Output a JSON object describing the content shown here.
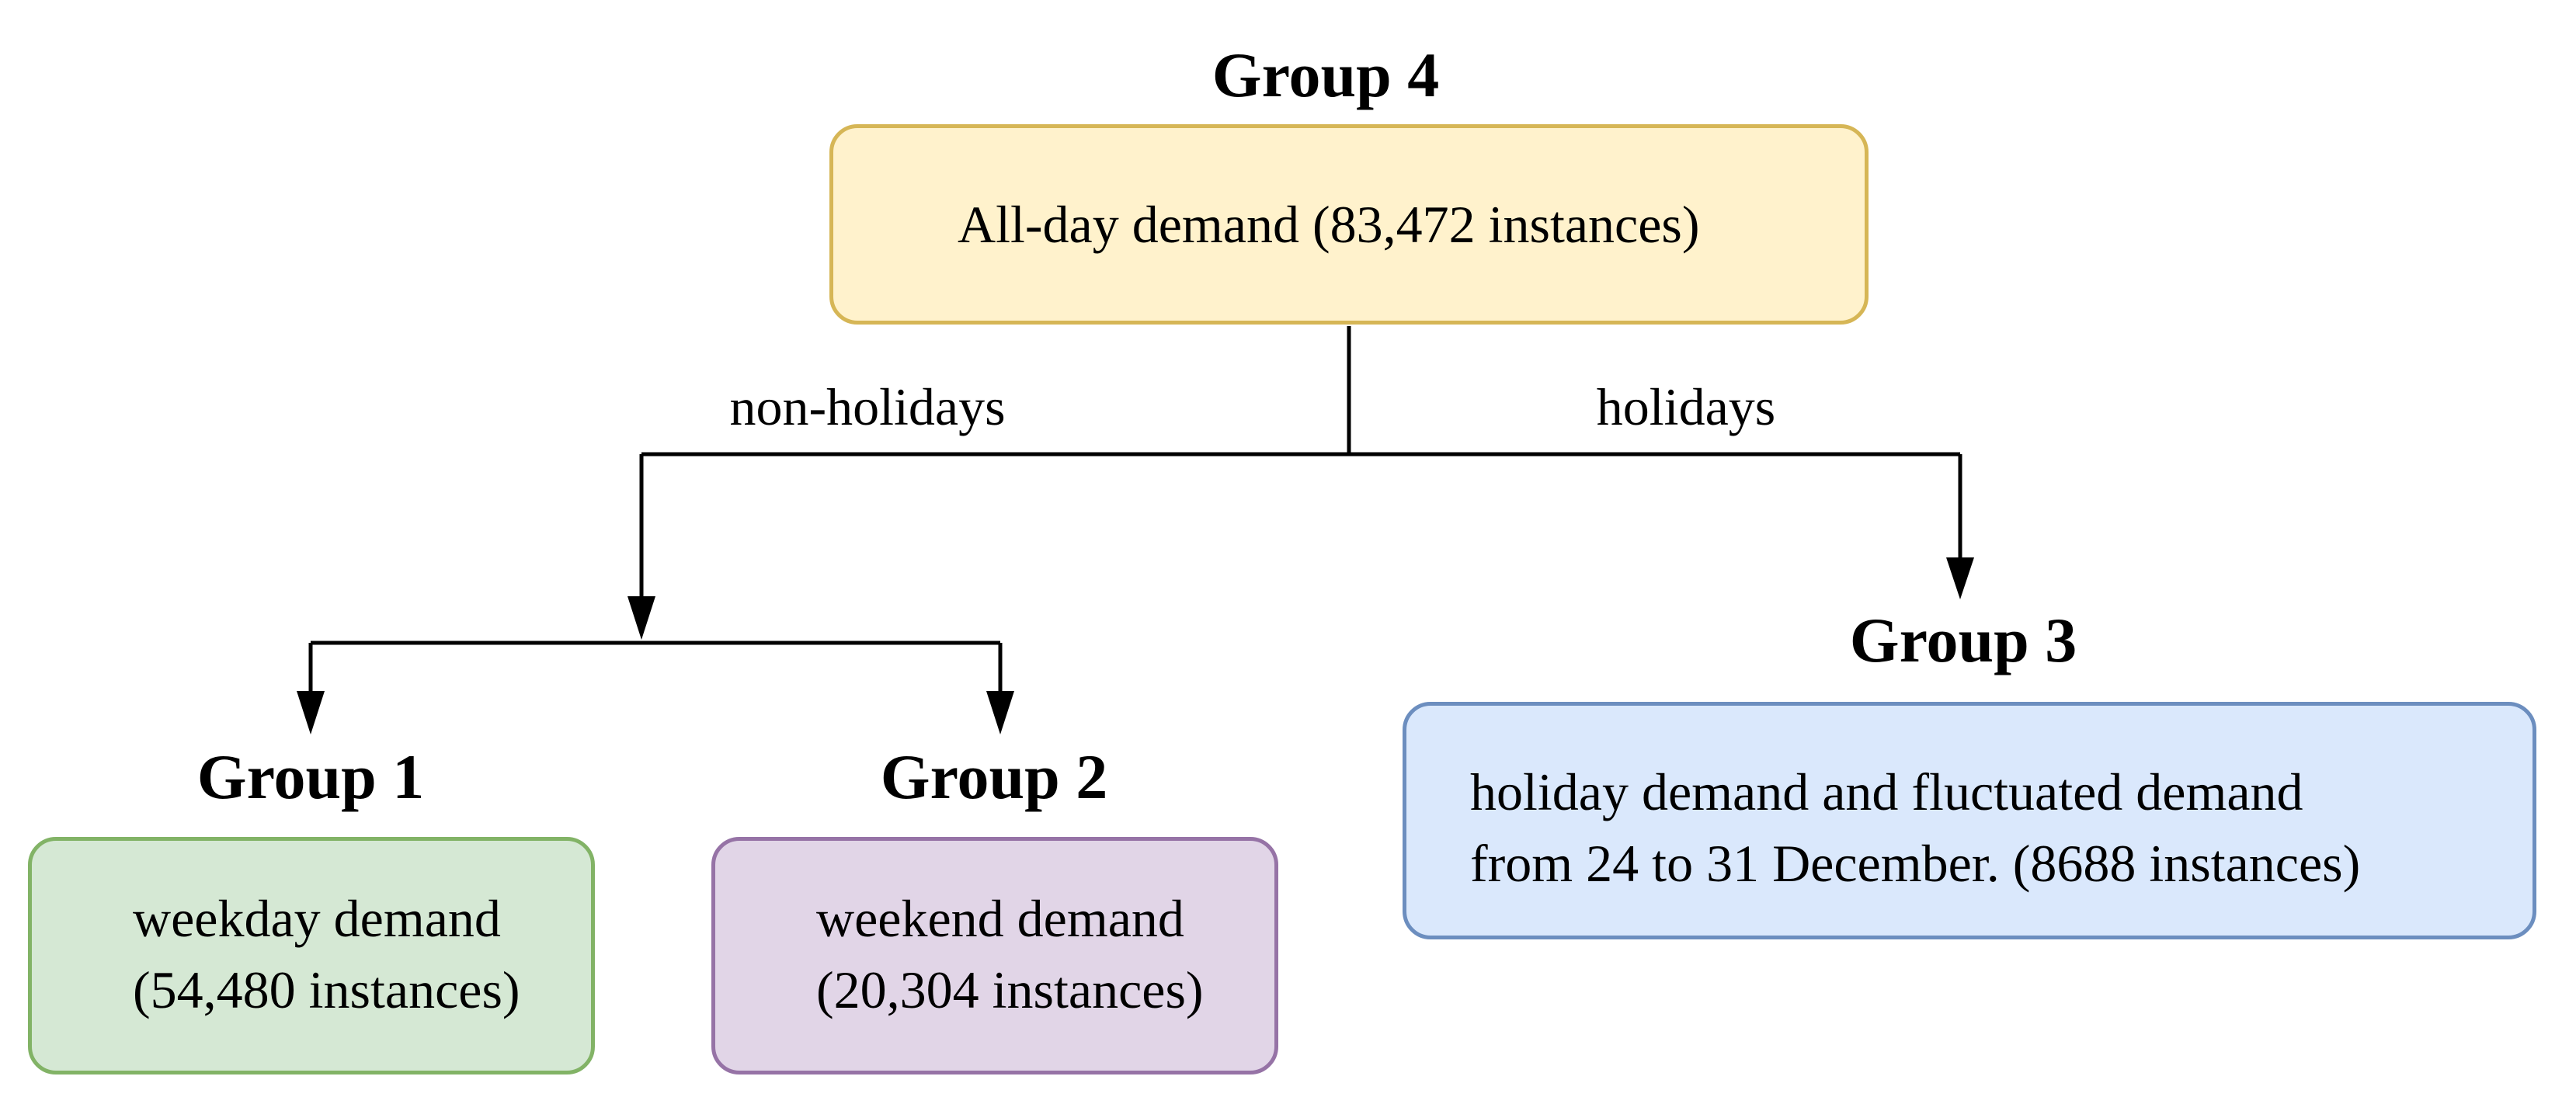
{
  "nodes": {
    "group4": {
      "title": "Group 4",
      "text": "All-day demand (83,472 instances)",
      "fill": "#fff2cc",
      "stroke": "#d6b656"
    },
    "group1": {
      "title": "Group 1",
      "line1": "weekday demand",
      "line2": "(54,480 instances)",
      "fill": "#d5e8d4",
      "stroke": "#82b366"
    },
    "group2": {
      "title": "Group 2",
      "line1": "weekend demand",
      "line2": "(20,304 instances)",
      "fill": "#e1d5e7",
      "stroke": "#9673a6"
    },
    "group3": {
      "title": "Group 3",
      "line1": "holiday demand and fluctuated demand",
      "line2": "from 24 to 31 December. (8688 instances)",
      "fill": "#dae8fc",
      "stroke": "#6c8ebf"
    }
  },
  "edges": {
    "left_label": "non-holidays",
    "right_label": "holidays",
    "color": "#000000"
  }
}
